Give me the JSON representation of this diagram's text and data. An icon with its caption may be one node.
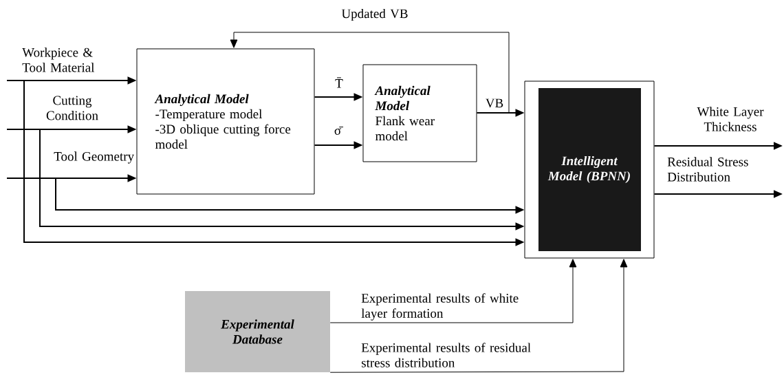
{
  "diagram": {
    "nodes": [
      {
        "text": [
          "Analytical Model",
          "-Temperature model",
          "-3D oblique cutting force model"
        ]
      },
      {
        "text": [
          "Analytical Model",
          "Flank wear model"
        ]
      },
      {
        "text": [
          "Intelligent Model (BPNN)"
        ]
      },
      {
        "text": [
          "Experimental Database"
        ]
      }
    ],
    "edges": [
      {
        "from": null,
        "to": 0,
        "arrow": "to",
        "label": "Workpiece & Tool Material"
      },
      {
        "from": null,
        "to": 0,
        "arrow": "to",
        "label": "Cutting Condition"
      },
      {
        "from": null,
        "to": 0,
        "arrow": "to",
        "label": "Tool Geometry"
      },
      {
        "from": 0,
        "to": 1,
        "arrow": "to",
        "label": "T̄"
      },
      {
        "from": 0,
        "to": 1,
        "arrow": "to",
        "label": "σ̄"
      },
      {
        "from": 1,
        "to": 2,
        "arrow": "to",
        "label": "VB"
      },
      {
        "from": 1,
        "to": 0,
        "arrow": "to",
        "label": "Updated VB"
      },
      {
        "from": null,
        "to": 2,
        "arrow": "to"
      },
      {
        "from": null,
        "to": 2,
        "arrow": "to"
      },
      {
        "from": null,
        "to": 2,
        "arrow": "to"
      },
      {
        "from": 2,
        "to": null,
        "arrow": "to",
        "label": "White Layer Thickness"
      },
      {
        "from": 2,
        "to": null,
        "arrow": "to",
        "label": "Residual Stress Distribution"
      },
      {
        "from": 3,
        "to": 2,
        "arrow": "to",
        "label": "Experimental results of white layer formation"
      },
      {
        "from": 3,
        "to": 2,
        "arrow": "to",
        "label": "Experimental results of residual stress distribution"
      }
    ]
  }
}
